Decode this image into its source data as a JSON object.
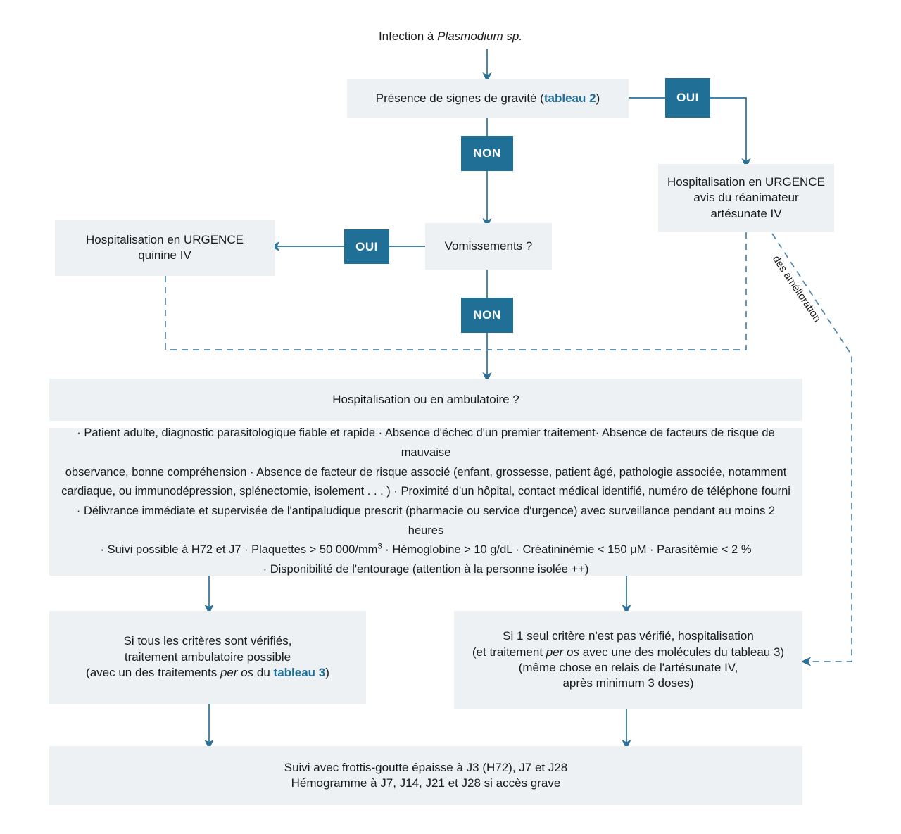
{
  "title_node": {
    "text_before": "Infection à ",
    "text_italic": "Plasmodium sp."
  },
  "nodes": {
    "gravity": {
      "text_before": "Présence de signes de gravité (",
      "link": "tableau 2",
      "text_after": ")"
    },
    "urgence_rea": {
      "line1": "Hospitalisation en URGENCE",
      "line2": "avis du réanimateur",
      "line3": "artésunate IV"
    },
    "urgence_quinine": {
      "line1": "Hospitalisation en URGENCE",
      "line2": "quinine IV"
    },
    "vomissements": {
      "label": "Vomissements ?"
    },
    "hosp_ambu": {
      "label": "Hospitalisation ou en ambulatoire ?"
    },
    "criteria": {
      "line1": "· Patient adulte, diagnostic parasitologique fiable et rapide · Absence d'échec d'un premier traitement· Absence de facteurs de risque de mauvaise",
      "line2": "observance, bonne compréhension · Absence de facteur de risque associé (enfant, grossesse, patient âgé, pathologie associée, notamment",
      "line3": "cardiaque, ou immunodépression, splénectomie, isolement . . . ) · Proximité d'un hôpital, contact médical identifié, numéro de téléphone fourni",
      "line4": "· Délivrance immédiate et supervisée de l'antipaludique prescrit (pharmacie ou service d'urgence) avec surveillance  pendant au moins 2 heures",
      "line5_a": "· Suivi possible à H72 et J7 · Plaquettes > 50 000/mm",
      "line5_sup": "3",
      "line5_b": " · Hémoglobine > 10 g/dL · Créatininémie  < 150 ",
      "line5_mu": "μM",
      "line5_c": " · Parasitémie < 2 %",
      "line6": "· Disponibilité de l'entourage (attention à la personne isolée ++)"
    },
    "outcome_ambulatoire": {
      "line1": "Si tous les critères sont vérifiés,",
      "line2": "traitement ambulatoire possible",
      "line3_a": "(avec un des traitements ",
      "line3_ital": "per os",
      "line3_b": " du ",
      "line3_link": "tableau 3",
      "line3_c": ")"
    },
    "outcome_hospitalisation": {
      "line1": "Si 1 seul critère n'est pas vérifié, hospitalisation",
      "line2_a": "(et traitement ",
      "line2_ital": "per os",
      "line2_b": "  avec une des molécules du tableau 3)",
      "line3": "(même chose en relais de l'artésunate IV,",
      "line4": "après minimum 3 doses)"
    },
    "followup": {
      "line1": "Suivi avec frottis-goutte épaisse à J3 (H72), J7 et J28",
      "line2": "Hémogramme à J7, J14, J21 et J28 si accès grave"
    }
  },
  "decision_tags": {
    "oui_gravity": "OUI",
    "non_gravity": "NON",
    "oui_vomissements": "OUI",
    "non_vomissements": "NON"
  },
  "edge_labels": {
    "amelioration": "dès amélioration"
  },
  "colors": {
    "accent": "#1f6f96",
    "box_fill": "#edf1f4",
    "text": "#1a1a1a",
    "arrow": "#2b7296"
  }
}
